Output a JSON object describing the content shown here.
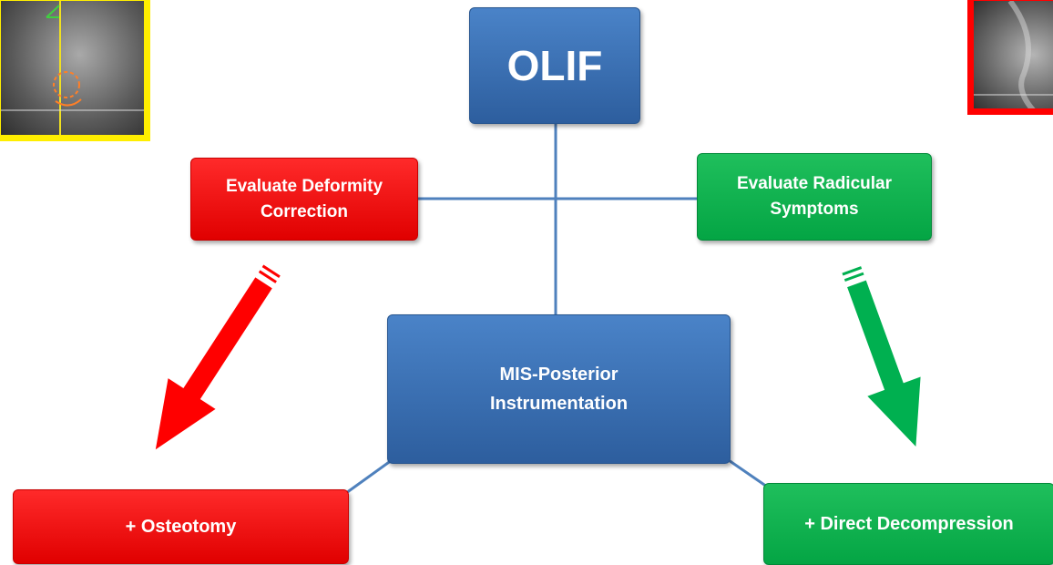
{
  "diagram": {
    "olif": "OLIF",
    "left_eval": {
      "line1": "Evaluate Deformity",
      "line2": "Correction"
    },
    "right_eval": {
      "line1": "Evaluate Radicular",
      "line2": "Symptoms"
    },
    "center": {
      "line1": "MIS-Posterior",
      "line2": "Instrumentation"
    },
    "left_outcome": "+ Osteotomy",
    "right_outcome": "+ Direct Decompression"
  },
  "colors": {
    "blue": "#3b72b5",
    "red": "#ff0000",
    "green": "#00b050",
    "connector": "#4f81bd",
    "left_thumb_border": "#ffee00",
    "right_thumb_border": "#ff0000"
  },
  "images": {
    "left": "xray-thumbnail",
    "right": "xray-thumbnail"
  }
}
